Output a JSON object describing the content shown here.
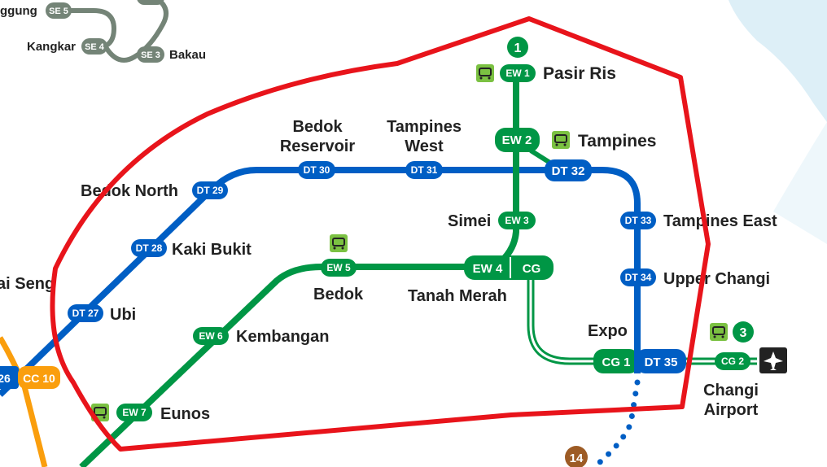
{
  "colors": {
    "ew_line": "#009645",
    "dt_line": "#005EC4",
    "cc_line": "#FA9E0D",
    "se_line": "#748477",
    "te_dots": "#005EC4",
    "highlight": "#E8141B",
    "water": "#DDEFF7",
    "brown": "#9D5B25",
    "bus": "#7BC142"
  },
  "stations": {
    "pasir_ris": {
      "code": "EW 1",
      "name": "Pasir Ris"
    },
    "tampines": {
      "code": "EW 2",
      "name": "Tampines"
    },
    "simei": {
      "code": "EW 3",
      "name": "Simei"
    },
    "tanah_merah": {
      "code": "EW 4",
      "code2": "CG",
      "name": "Tanah Merah"
    },
    "bedok": {
      "code": "EW 5",
      "name": "Bedok"
    },
    "kembangan": {
      "code": "EW 6",
      "name": "Kembangan"
    },
    "eunos": {
      "code": "EW 7",
      "name": "Eunos"
    },
    "ubi": {
      "code": "DT 27",
      "name": "Ubi"
    },
    "kaki_bukit": {
      "code": "DT 28",
      "name": "Kaki Bukit"
    },
    "bedok_north": {
      "code": "DT 29",
      "name": "Bedok North"
    },
    "bedok_reservoir": {
      "code": "DT 30",
      "name_line1": "Bedok",
      "name_line2": "Reservoir"
    },
    "tampines_west": {
      "code": "DT 31",
      "name_line1": "Tampines",
      "name_line2": "West"
    },
    "tampines_dt": {
      "code": "DT 32"
    },
    "tampines_east": {
      "code": "DT 33",
      "name": "Tampines East"
    },
    "upper_changi": {
      "code": "DT 34",
      "name": "Upper Changi"
    },
    "expo": {
      "code": "CG 1",
      "code2": "DT 35",
      "name": "Expo"
    },
    "changi_airport": {
      "code": "CG 2",
      "name_line1": "Changi",
      "name_line2": "Airport"
    },
    "tai_seng_partial": {
      "name": "ai Seng"
    },
    "cc10_partial": {
      "code": "CC 10",
      "code_left": "26"
    },
    "se5": {
      "code": "SE 5",
      "name": "ggung"
    },
    "se4": {
      "code": "SE 4",
      "name": "Kangkar"
    },
    "se3": {
      "code": "SE 3",
      "name": "Bakau"
    }
  },
  "markers": {
    "pasir_ris_number": "1",
    "expo_number": "3",
    "bottom_number": "14"
  },
  "icons": {
    "bus": "bus-interchange-icon",
    "airport": "airplane-icon"
  }
}
